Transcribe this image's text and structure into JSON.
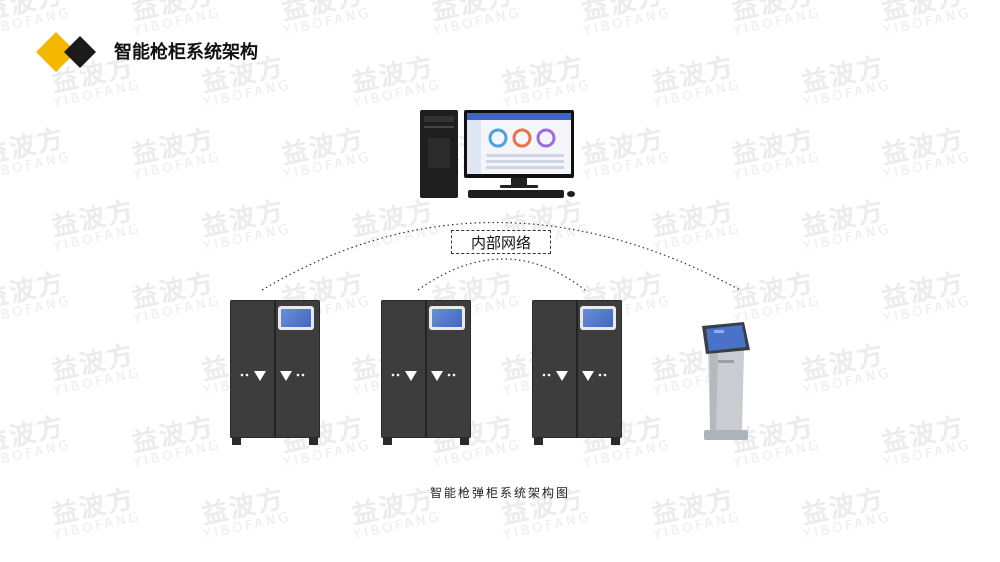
{
  "header": {
    "title": "智能枪柜系统架构"
  },
  "colors": {
    "accent_yellow": "#f5b800",
    "accent_black": "#1a1a1a",
    "cabinet": "#3d3d3d",
    "kiosk": "#c9cdd2",
    "screen_blue": "#4a72c9"
  },
  "watermark": {
    "brand_cn": "益波方",
    "brand_en": "YIBOFANG"
  },
  "diagram": {
    "server_label": "server-computer",
    "network_label": "内部网络",
    "cabinets": [
      "cabinet-1",
      "cabinet-2",
      "cabinet-3"
    ],
    "terminal": "self-service-kiosk"
  },
  "caption": "智能枪弹柜系统架构图"
}
